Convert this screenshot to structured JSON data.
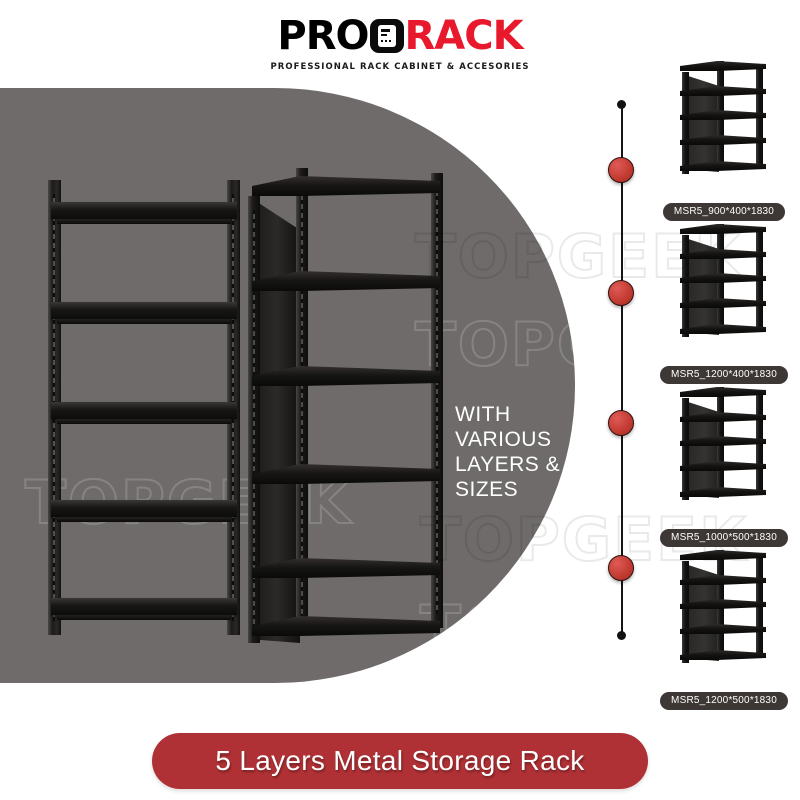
{
  "brand": {
    "logo_pro": "PRO",
    "logo_rack": "RACK",
    "logo_icon": "rack-cabinet-icon",
    "tagline": "PROFESSIONAL RACK CABINET & ACCESORIES",
    "colors": {
      "black": "#000000",
      "red": "#e8192c",
      "banner_red": "#b03135",
      "panel_gray": "#6e6b6a",
      "node_red": "#c0392f",
      "label_dark": "#3d3835"
    }
  },
  "hero": {
    "panel_color": "#6e6b6a",
    "cta_lines": [
      "WITH",
      "VARIOUS",
      "LAYERS &",
      "SIZES"
    ],
    "arrow_icon": "triangle-right-icon",
    "rack_front_name": "metal-rack-front-view",
    "rack_perspective_name": "metal-rack-perspective-view",
    "shelf_count": 5
  },
  "watermark": {
    "text": "TOPGEEK"
  },
  "timeline": {
    "node_count": 4,
    "cap_icon": "dot-icon"
  },
  "products": [
    {
      "label": "MSR5_900*400*1830",
      "thumb": "rack-thumbnail-900x400x1830"
    },
    {
      "label": "MSR5_1200*400*1830",
      "thumb": "rack-thumbnail-1200x400x1830"
    },
    {
      "label": "MSR5_1000*500*1830",
      "thumb": "rack-thumbnail-1000x500x1830"
    },
    {
      "label": "MSR5_1200*500*1830",
      "thumb": "rack-thumbnail-1200x500x1830"
    }
  ],
  "banner": {
    "title": "5 Layers Metal Storage Rack"
  }
}
